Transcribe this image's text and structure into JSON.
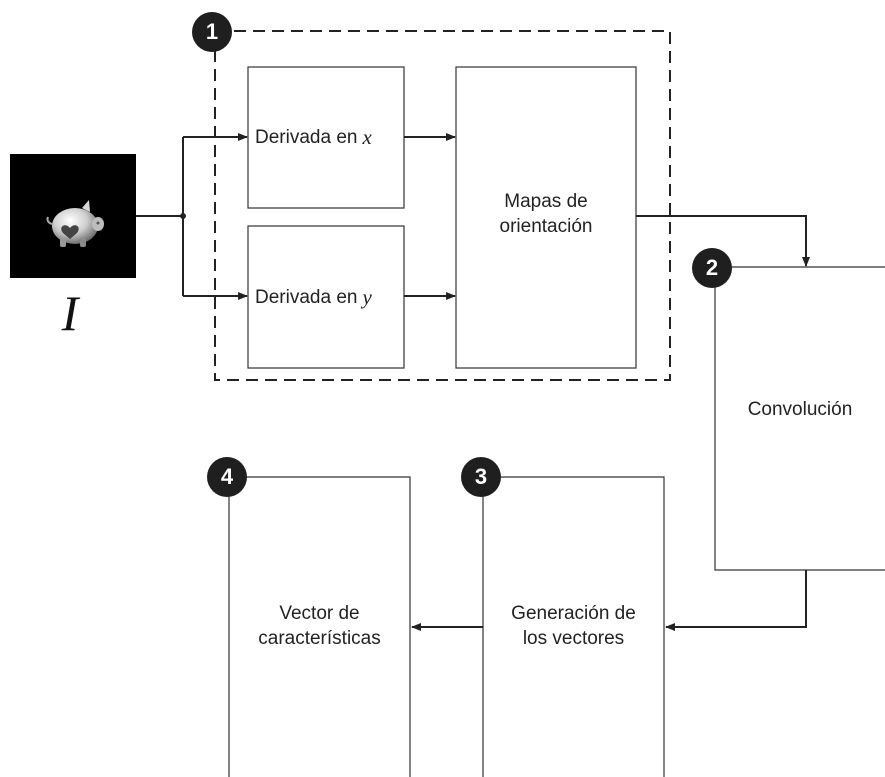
{
  "input": {
    "image_label": "I",
    "image_description_icon": "piggy-bank-icon"
  },
  "stages": {
    "s1": {
      "number": "1"
    },
    "s2": {
      "number": "2"
    },
    "s3": {
      "number": "3"
    },
    "s4": {
      "number": "4"
    }
  },
  "blocks": {
    "deriv_x": {
      "text": "Derivada en",
      "var": "x"
    },
    "deriv_y": {
      "text": "Derivada en",
      "var": "y"
    },
    "orientation_maps": "Mapas de\norientación",
    "convolution": "Convolución",
    "vector_generation": "Generación de\nlos vectores",
    "feature_vector": "Vector de\ncaracterísticas"
  },
  "colors": {
    "line": "#222222",
    "badge": "#1f1f1f",
    "input_background": "#000000"
  }
}
